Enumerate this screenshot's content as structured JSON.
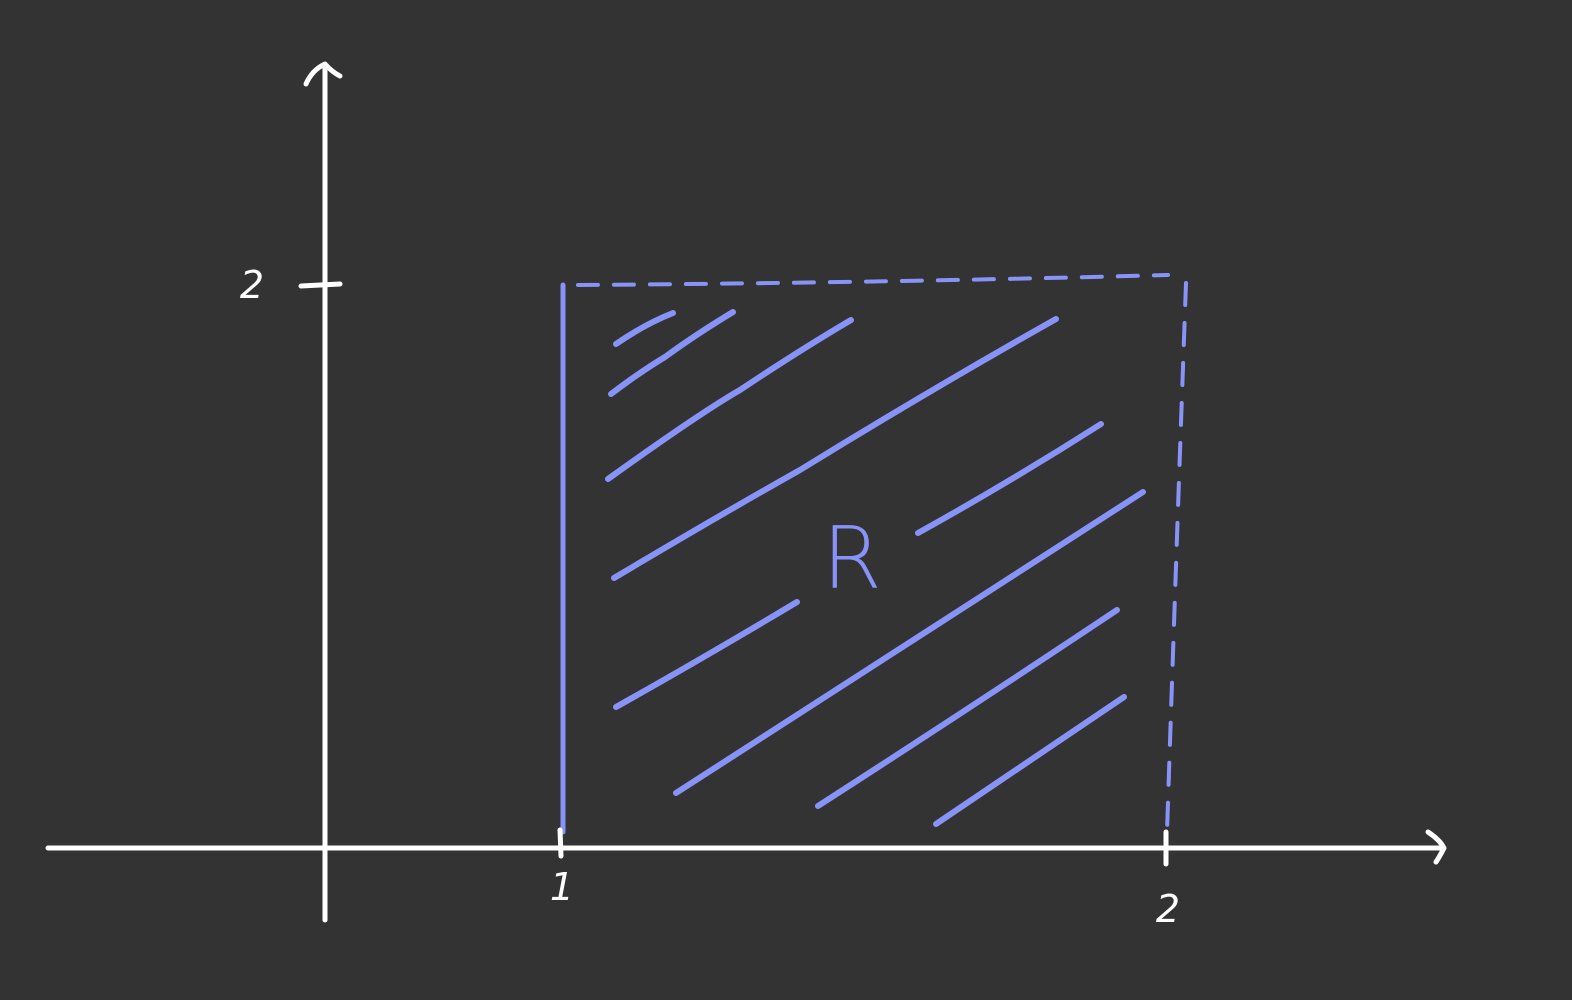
{
  "colors": {
    "background": "#333333",
    "axes": "#ffffff",
    "region": "#8893f7"
  },
  "labels": {
    "x_tick_1": "1",
    "x_tick_2": "2",
    "y_tick_2": "2",
    "region": "R"
  },
  "region": {
    "x_range": [
      1,
      2
    ],
    "y_range": [
      0,
      2
    ],
    "left_boundary": "solid",
    "top_boundary": "dashed",
    "right_boundary": "dashed",
    "fill": "hatched"
  },
  "icons": {
    "x_axis_arrow": "arrow-right-icon",
    "y_axis_arrow": "arrow-up-icon"
  }
}
